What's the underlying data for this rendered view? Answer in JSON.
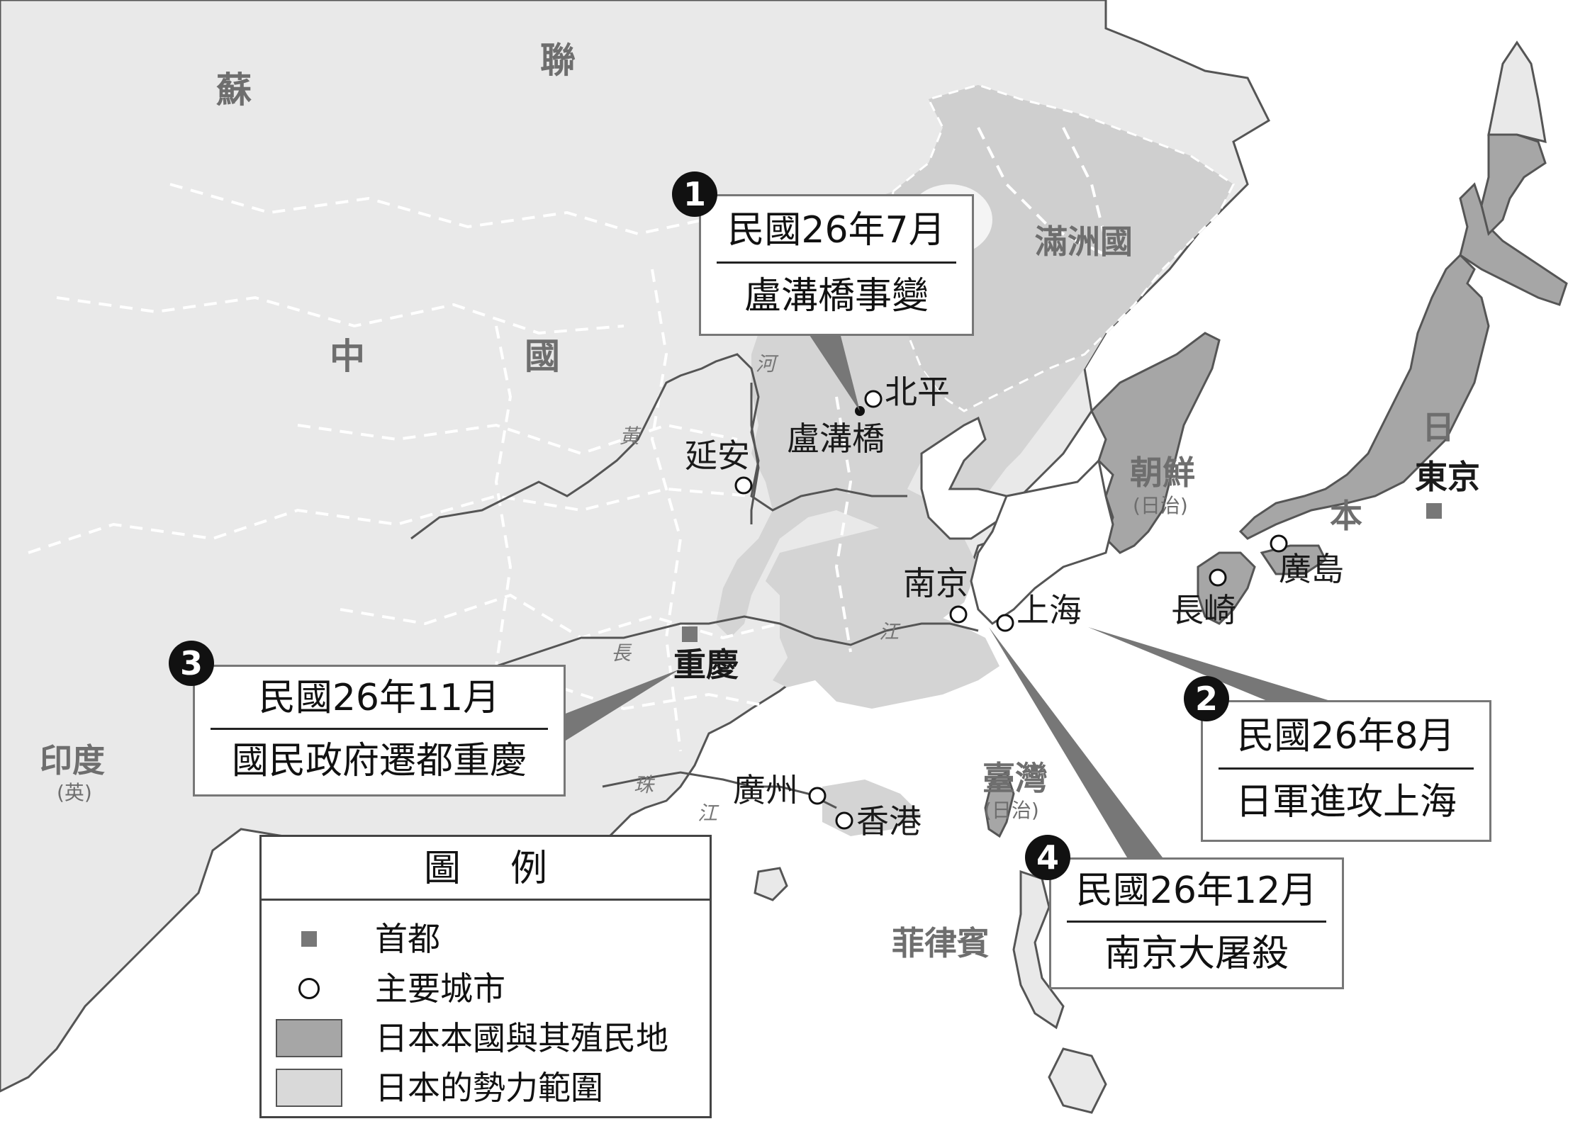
{
  "regions": {
    "soviet_left": "蘇",
    "soviet_right": "聯",
    "china_left": "中",
    "china_right": "國",
    "manchukuo": "滿洲國",
    "korea": "朝鮮",
    "korea_note": "(日治)",
    "japan_top": "日",
    "japan_bottom": "本",
    "taiwan": "臺灣",
    "taiwan_note": "(日治)",
    "india": "印度",
    "india_note": "(英)",
    "philippines": "菲律賓"
  },
  "rivers": {
    "yellow_1": "黃",
    "yellow_2": "河",
    "yangtze_1": "長",
    "yangtze_2": "江",
    "pearl_1": "珠",
    "pearl_2": "江"
  },
  "cities": {
    "beiping": "北平",
    "lugouqiao": "盧溝橋",
    "yanan": "延安",
    "nanjing": "南京",
    "shanghai": "上海",
    "chongqing": "重慶",
    "guangzhou": "廣州",
    "hongkong": "香港",
    "tokyo": "東京",
    "hiroshima": "廣島",
    "nagasaki": "長崎"
  },
  "events": [
    {
      "number": "1",
      "date": "民國26年7月",
      "event": "盧溝橋事變"
    },
    {
      "number": "2",
      "date": "民國26年8月",
      "event": "日軍進攻上海"
    },
    {
      "number": "3",
      "date": "民國26年11月",
      "event": "國民政府遷都重慶"
    },
    {
      "number": "4",
      "date": "民國26年12月",
      "event": "南京大屠殺"
    }
  ],
  "legend": {
    "title": "圖例",
    "items": [
      {
        "symbol": "capital-square",
        "label": "首都"
      },
      {
        "symbol": "city-circle",
        "label": "主要城市"
      },
      {
        "symbol": "swatch-dark",
        "label": "日本本國與其殖民地"
      },
      {
        "symbol": "swatch-light",
        "label": "日本的勢力範圍"
      }
    ]
  },
  "colors": {
    "japan_colony": "#a6a6a6",
    "japan_influence": "#d9d9d9",
    "land": "#e9e9e9",
    "sea": "#ffffff",
    "border_dashed": "#ffffff",
    "coast": "#555555"
  }
}
